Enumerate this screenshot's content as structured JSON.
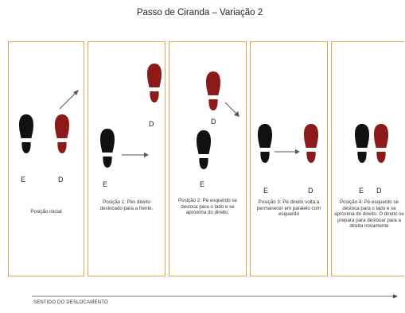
{
  "title": "Passo de Ciranda – Variação 2",
  "colors": {
    "panel_border": "#e5a253",
    "left_foot": "#111111",
    "right_foot": "#8b1a1a",
    "arrow": "#555555"
  },
  "panels": [
    {
      "caption": "Posição inicial",
      "left_label": "E",
      "right_label": "D"
    },
    {
      "caption": "Posição 1: Pés direito deslocado para a frente.",
      "left_label": "E",
      "right_label": "D"
    },
    {
      "caption": "Posição 2: Pé esquerdo se desloca para o lado e se aproxima do direito.",
      "left_label": "E",
      "right_label": "D"
    },
    {
      "caption": "Posição 3: Pé direito volta a permanecer em paralelo com esquerdo",
      "left_label": "E",
      "right_label": "D"
    },
    {
      "caption": "Posição 4: Pé esquerdo se desloca para o lado e se aproxima do direito. O direito se prepara para deslocar para a direita novamente",
      "left_label": "E",
      "right_label": "D"
    }
  ],
  "footer": {
    "direction_label": "SENTIDO DO DESLOCAMENTO"
  }
}
